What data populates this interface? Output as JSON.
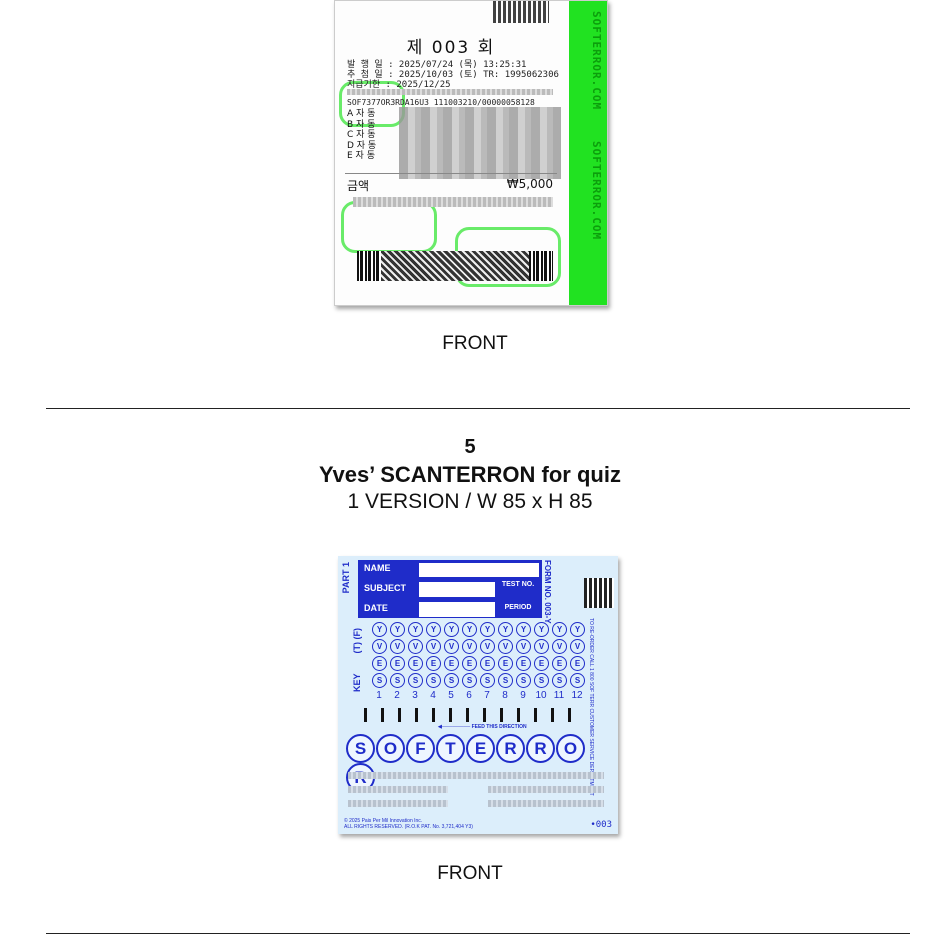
{
  "item4": {
    "round": "제 003 회",
    "issue_line": "발 행 일 : 2025/07/24 (목) 13:25:31",
    "draw_line": "추 첨 일 : 2025/10/03 (토) TR: 1995062306",
    "pay_line": "지급기한 : 2025/12/25",
    "serial": "SOF7377OR3RDA16U3   111003210/00000058128",
    "auto_labels": [
      "A 자 동",
      "B 자 동",
      "C 자 동",
      "D 자 동",
      "E 자 동"
    ],
    "amount_label": "금액",
    "amount_value": "₩5,000",
    "band_text": "SOFTERROR.COM",
    "front_label": "FRONT"
  },
  "item5": {
    "number": "5",
    "title": "Yves’ SCANTERRON for quiz",
    "subtitle": "1 VERSION / W 85 x H 85",
    "front_label": "FRONT",
    "card": {
      "part": "PART 1",
      "fields": {
        "name": "NAME",
        "subject": "SUBJECT",
        "date": "DATE",
        "test_no": "TEST NO.",
        "period": "PERIOD"
      },
      "form_no": "FORM NO. 003-Y",
      "key": "KEY",
      "tf": "(T)   (F)",
      "bubble_letters": [
        "Y",
        "V",
        "E",
        "S"
      ],
      "numbers": [
        "1",
        "2",
        "3",
        "4",
        "5",
        "6",
        "7",
        "8",
        "9",
        "10",
        "11",
        "12"
      ],
      "feed": "FEED THIS DIRECTION",
      "word": [
        "S",
        "O",
        "F",
        "T",
        "E",
        "R",
        "R",
        "O",
        "R"
      ],
      "copyright": "© 2025 Pais Per Mil Innovation Inc.",
      "rights": "ALL RIGHTS RESERVED. (R.O.K PAT. No. 3,721,404 Y3)",
      "code": "•003",
      "side_note": "TO RE-ORDER CALL 1 800 SOF TERR  CUSTOMER SERVICE DEPARTMENT"
    }
  }
}
